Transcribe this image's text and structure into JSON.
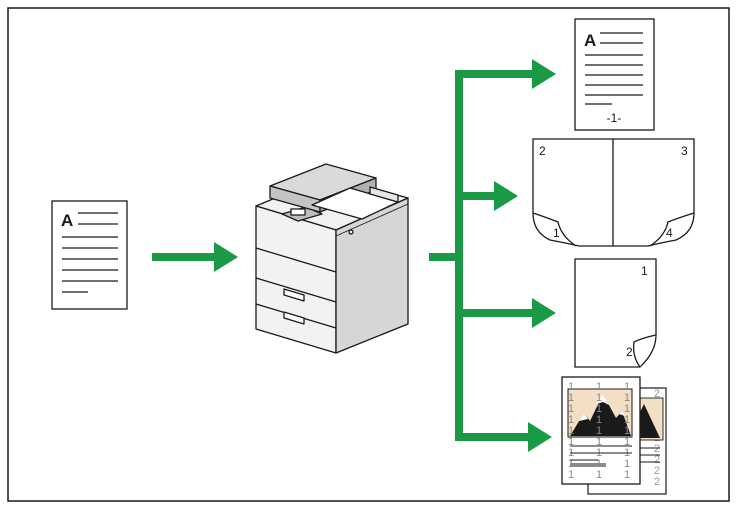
{
  "colors": {
    "arrow": "#1a9a46",
    "stroke": "#1a1a1a",
    "machine_light": "#f2f2f2",
    "machine_mid": "#dadada",
    "machine_dark": "#bdbdbd",
    "photo_bg": "#f2dfc4",
    "page_bg": "#ffffff"
  },
  "original": {
    "letter": "A"
  },
  "outputs": {
    "stamped": {
      "letter": "A",
      "page_number": "-1-"
    },
    "booklet": {
      "page_left_top": "2",
      "page_right_top": "3",
      "page_left_bottom": "1",
      "page_right_bottom": "4"
    },
    "single": {
      "page_top": "1",
      "page_bottom": "2"
    },
    "watermark": {
      "front_digit": "1",
      "back_digit": "2"
    }
  }
}
